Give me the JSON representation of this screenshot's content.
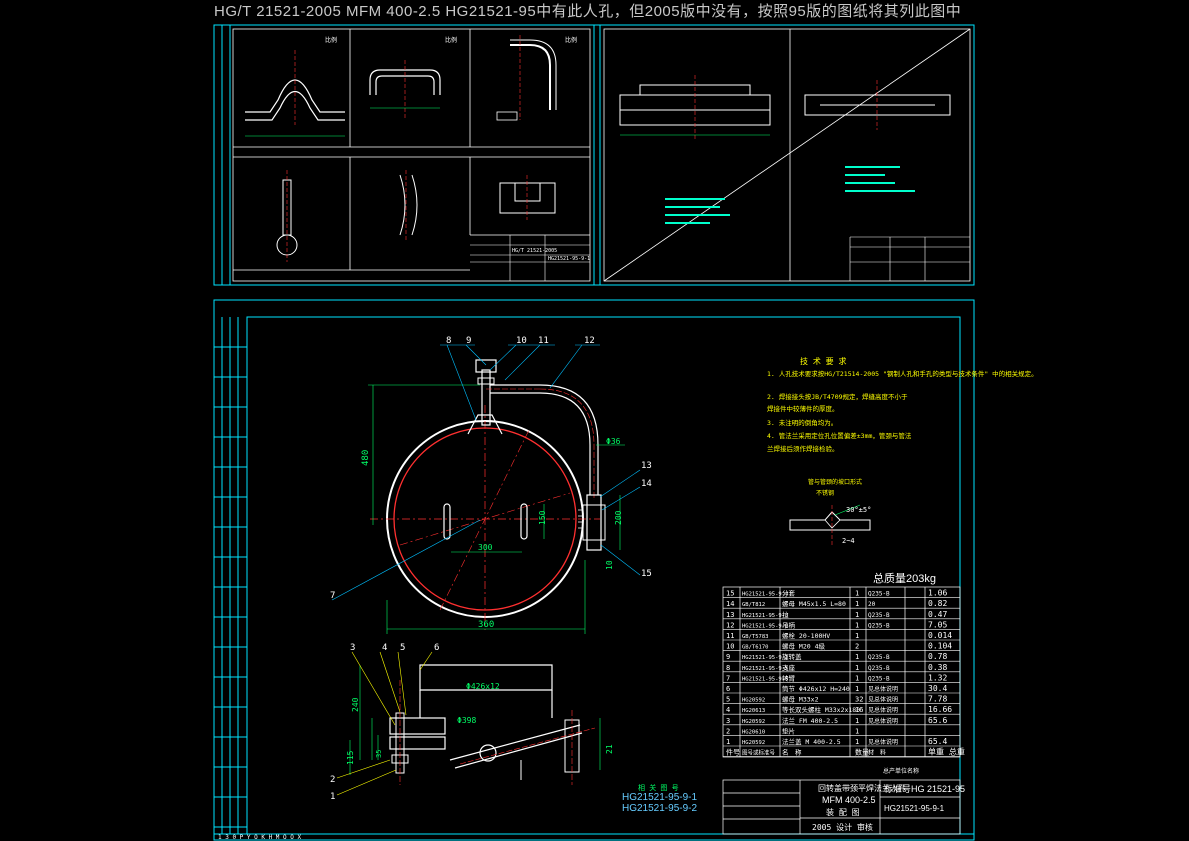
{
  "title_bar": {
    "text": "HG/T 21521-2005 MFM 400-2.5  HG21521-95中有此人孔，但2005版中没有，按照95版的图纸将其列此图中"
  },
  "colors": {
    "background": "#000000",
    "frame": "#00e5ff",
    "outline": "#ffffff",
    "dimension": "#00ff66",
    "centerline": "#ff3030",
    "leader": "#00bfff",
    "text_yellow": "#ffff00",
    "text_magenta": "#ff66ff",
    "text_cyan": "#66ccff"
  },
  "part_labels": [
    "1",
    "2",
    "3",
    "4",
    "5",
    "6",
    "7",
    "8",
    "9",
    "10",
    "11",
    "12",
    "13",
    "14",
    "15"
  ],
  "main_dims": {
    "height_480": "480",
    "width_360": "360",
    "bore_300": "300",
    "phi36": "Φ36",
    "h150": "150",
    "h200": "200",
    "d10": "10",
    "d426": "Φ426x12",
    "d398": "Φ398",
    "h240": "240",
    "h115": "115",
    "h35": "35",
    "d21": "21"
  },
  "tech_requirements": {
    "title": "技 术 要 求",
    "items": [
      "1. 人孔技术要求按HG/T21514-2005 \"钢制人孔和手孔的类型与技术条件\" 中的相关规定。",
      "2. 焊接接头按JB/T4709规定，焊缝高度不小于",
      "   焊接件中较薄件的厚度。",
      "3. 未注明的倒角均为。",
      "4. 管法兰采用定位孔位置偏差±3mm，管颈与管法",
      "   兰焊接后须作焊接检验。"
    ],
    "weld_note": "管与管颈的坡口形式",
    "weld_sub": "不锈钢",
    "angle": "30°±5°",
    "dim_2_4": "2~4"
  },
  "total_weight": "总质量203kg",
  "bom": {
    "rows": [
      {
        "no": "15",
        "code": "HG21521-95-9-4",
        "name": "分套",
        "qty": "1",
        "mat": "Q235-B",
        "wt": "1.06"
      },
      {
        "no": "14",
        "code": "GB/T812",
        "name": "螺母 M45x1.5 L=80",
        "qty": "1",
        "mat": "20",
        "wt": "0.82"
      },
      {
        "no": "13",
        "code": "HG21521-95-9-3",
        "name": "拉",
        "qty": "1",
        "mat": "Q235-B",
        "wt": "0.47"
      },
      {
        "no": "12",
        "code": "HG21521-95-9-2",
        "name": "吊柄",
        "qty": "1",
        "mat": "Q235-B",
        "wt": "7.05"
      },
      {
        "no": "11",
        "code": "GB/T5783",
        "name": "螺栓 20-100HV",
        "qty": "1",
        "mat": "",
        "wt": "0.014"
      },
      {
        "no": "10",
        "code": "GB/T6170",
        "name": "螺母 M20 4级",
        "qty": "2",
        "mat": "",
        "wt": "0.104"
      },
      {
        "no": "9",
        "code": "HG21521-95-9-1",
        "name": "旋转盖",
        "qty": "1",
        "mat": "Q235-B",
        "wt": "0.78"
      },
      {
        "no": "8",
        "code": "HG21521-95-9-5",
        "name": "支座",
        "qty": "1",
        "mat": "Q235-B",
        "wt": "0.38"
      },
      {
        "no": "7",
        "code": "HG21521-95-9-6",
        "name": "转臂",
        "qty": "1",
        "mat": "Q235-B",
        "wt": "1.32"
      },
      {
        "no": "6",
        "code": "",
        "name": "筒节 Φ426x12 H=240",
        "qty": "1",
        "mat": "见总体说明",
        "wt": "30.4"
      },
      {
        "no": "5",
        "code": "HG20592",
        "name": "螺母 M33x2",
        "qty": "32",
        "mat": "见总体说明",
        "wt": "7.78"
      },
      {
        "no": "4",
        "code": "HG20613",
        "name": "等长双头螺柱 M33x2x180",
        "qty": "16",
        "mat": "见总体说明",
        "wt": "16.66"
      },
      {
        "no": "3",
        "code": "HG20592",
        "name": "法兰 FM 400-2.5",
        "qty": "1",
        "mat": "见总体说明",
        "wt": "65.6"
      },
      {
        "no": "2",
        "code": "HG20610",
        "name": "垫片",
        "qty": "1",
        "mat": "",
        "wt": ""
      },
      {
        "no": "1",
        "code": "HG20592",
        "name": "法兰盖 M 400-2.5",
        "qty": "1",
        "mat": "见总体说明",
        "wt": "65.4"
      }
    ],
    "header": {
      "no": "件号",
      "code": "图号或标准号",
      "name": "名　称",
      "qty": "数量",
      "mat": "材　料",
      "wt": "单重 总重"
    }
  },
  "related_drawings": {
    "title": "相 关 图 号",
    "items": [
      "HG21521-95-9-1",
      "HG21521-95-9-2"
    ]
  },
  "title_block": {
    "name_line1": "回转盖带颈平焊法兰人孔",
    "name_line2": "MFM 400-2.5",
    "name_line3": "装 配 图",
    "standard": "标准号HG 21521-95",
    "drawing_no": "HG21521-95-9-1",
    "footer": "2005 设计 审核",
    "owner": "总产单位名称"
  },
  "thumbnails": {
    "labels_a": [
      "比例",
      "比例",
      "比例"
    ],
    "block_std": "HG/T 21521-2005",
    "block_no": "HG21521-95-9-1"
  },
  "margin_strip": "1 3 0 P Y O K H M O O X"
}
